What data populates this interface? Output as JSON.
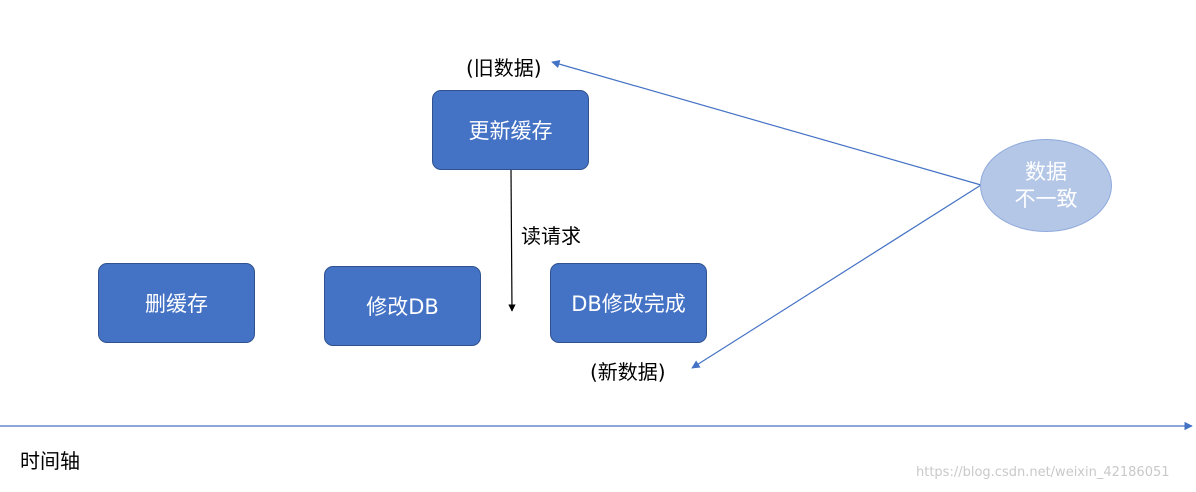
{
  "boxes": {
    "update_cache": "更新缓存",
    "delete_cache": "删缓存",
    "modify_db": "修改DB",
    "db_modify_done": "DB修改完成"
  },
  "labels": {
    "old_data": "(旧数据)",
    "read_request": "读请求",
    "new_data": "(新数据)",
    "time_axis": "时间轴"
  },
  "inconsistent": {
    "line1": "数据",
    "line2": "不一致"
  },
  "watermark": "https://blog.csdn.net/weixin_42186051",
  "colors": {
    "box_fill": "#4472c4",
    "box_border": "#2f528f",
    "ellipse_fill": "#b4c7e7",
    "arrow": "#4472c4"
  }
}
